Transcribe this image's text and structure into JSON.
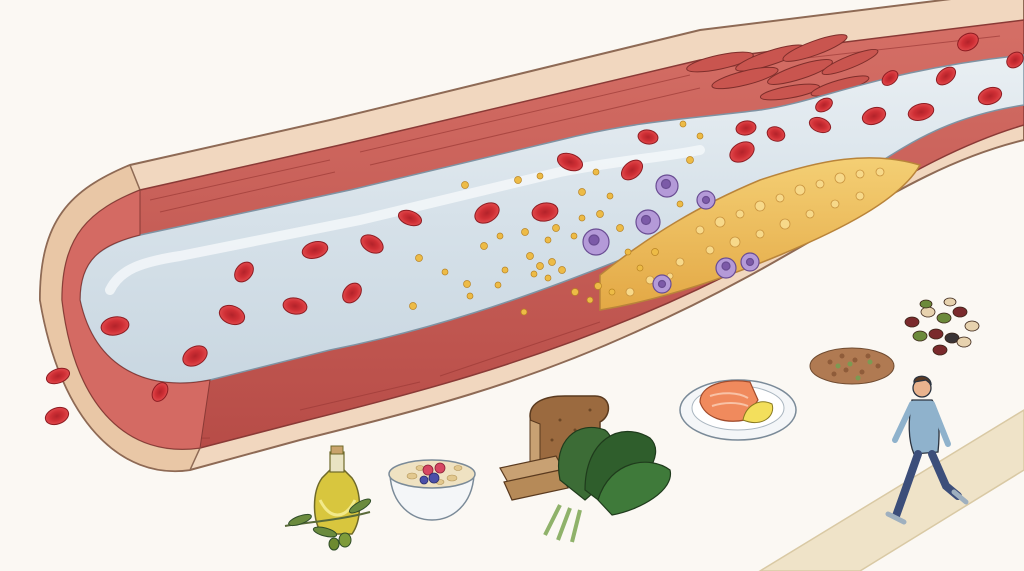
{
  "scene": {
    "subject": "artery-with-plaque-and-healthy-lifestyle",
    "palette": {
      "background": "#fbf8f3",
      "outer_wall": "#f1d7bf",
      "muscle_layer": "#c95d57",
      "muscle_dark": "#a8433f",
      "lumen": "#d9e3ea",
      "lumen_highlight": "#eef3f6",
      "red_blood_cell": "#d8343a",
      "red_blood_cell_center": "#b82329",
      "cholesterol": "#e8b54a",
      "plaque": "#efc160",
      "immune_cell": "#a98ad1",
      "path": "#efe3c8",
      "food_green": "#3f7a3a",
      "salmon": "#f08a5d"
    },
    "icons": [
      "artery",
      "red-blood-cell",
      "cholesterol-particle",
      "plaque-buildup",
      "white-blood-cell",
      "olive-oil-bottle",
      "oatmeal-bowl",
      "whole-grain-bread",
      "leafy-greens",
      "salmon-plate",
      "lentils",
      "mixed-beans",
      "walking-person"
    ]
  }
}
